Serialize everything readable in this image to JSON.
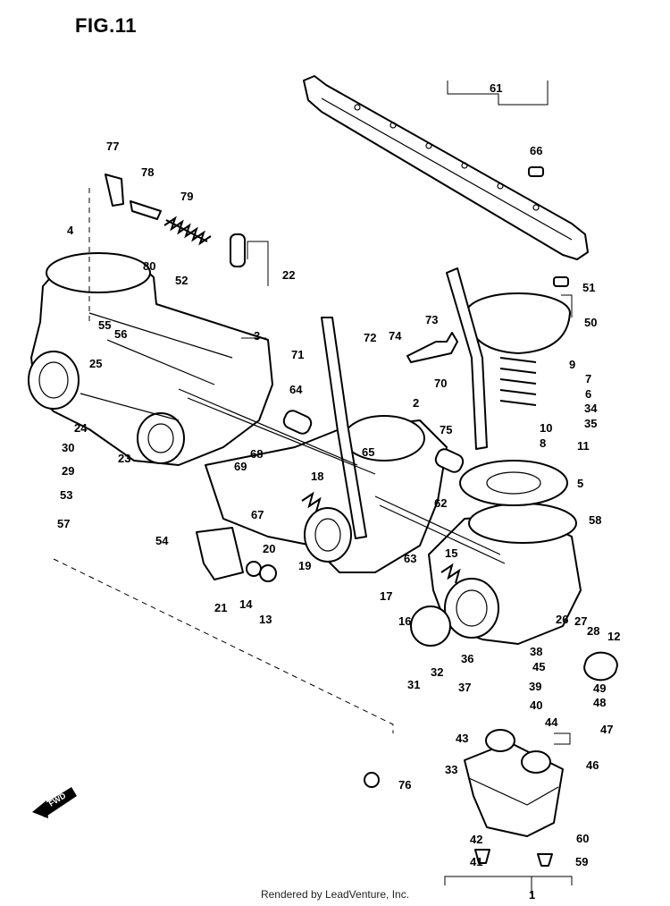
{
  "title": "FIG.11",
  "footer": "Rendered by LeadVenture, Inc.",
  "fwd_label": "FWD",
  "callouts": [
    "1",
    "2",
    "3",
    "4",
    "5",
    "6",
    "7",
    "8",
    "9",
    "10",
    "11",
    "12",
    "13",
    "14",
    "15",
    "16",
    "17",
    "18",
    "19",
    "20",
    "21",
    "22",
    "23",
    "24",
    "25",
    "26",
    "27",
    "28",
    "29",
    "30",
    "31",
    "32",
    "33",
    "34",
    "35",
    "36",
    "37",
    "38",
    "39",
    "40",
    "41",
    "42",
    "43",
    "44",
    "45",
    "46",
    "47",
    "48",
    "49",
    "50",
    "51",
    "52",
    "53",
    "54",
    "55",
    "56",
    "57",
    "58",
    "59",
    "60",
    "61",
    "62",
    "63",
    "64",
    "65",
    "66",
    "67",
    "68",
    "69",
    "70",
    "71",
    "72",
    "73",
    "74",
    "75",
    "76",
    "77",
    "78",
    "79",
    "80"
  ]
}
